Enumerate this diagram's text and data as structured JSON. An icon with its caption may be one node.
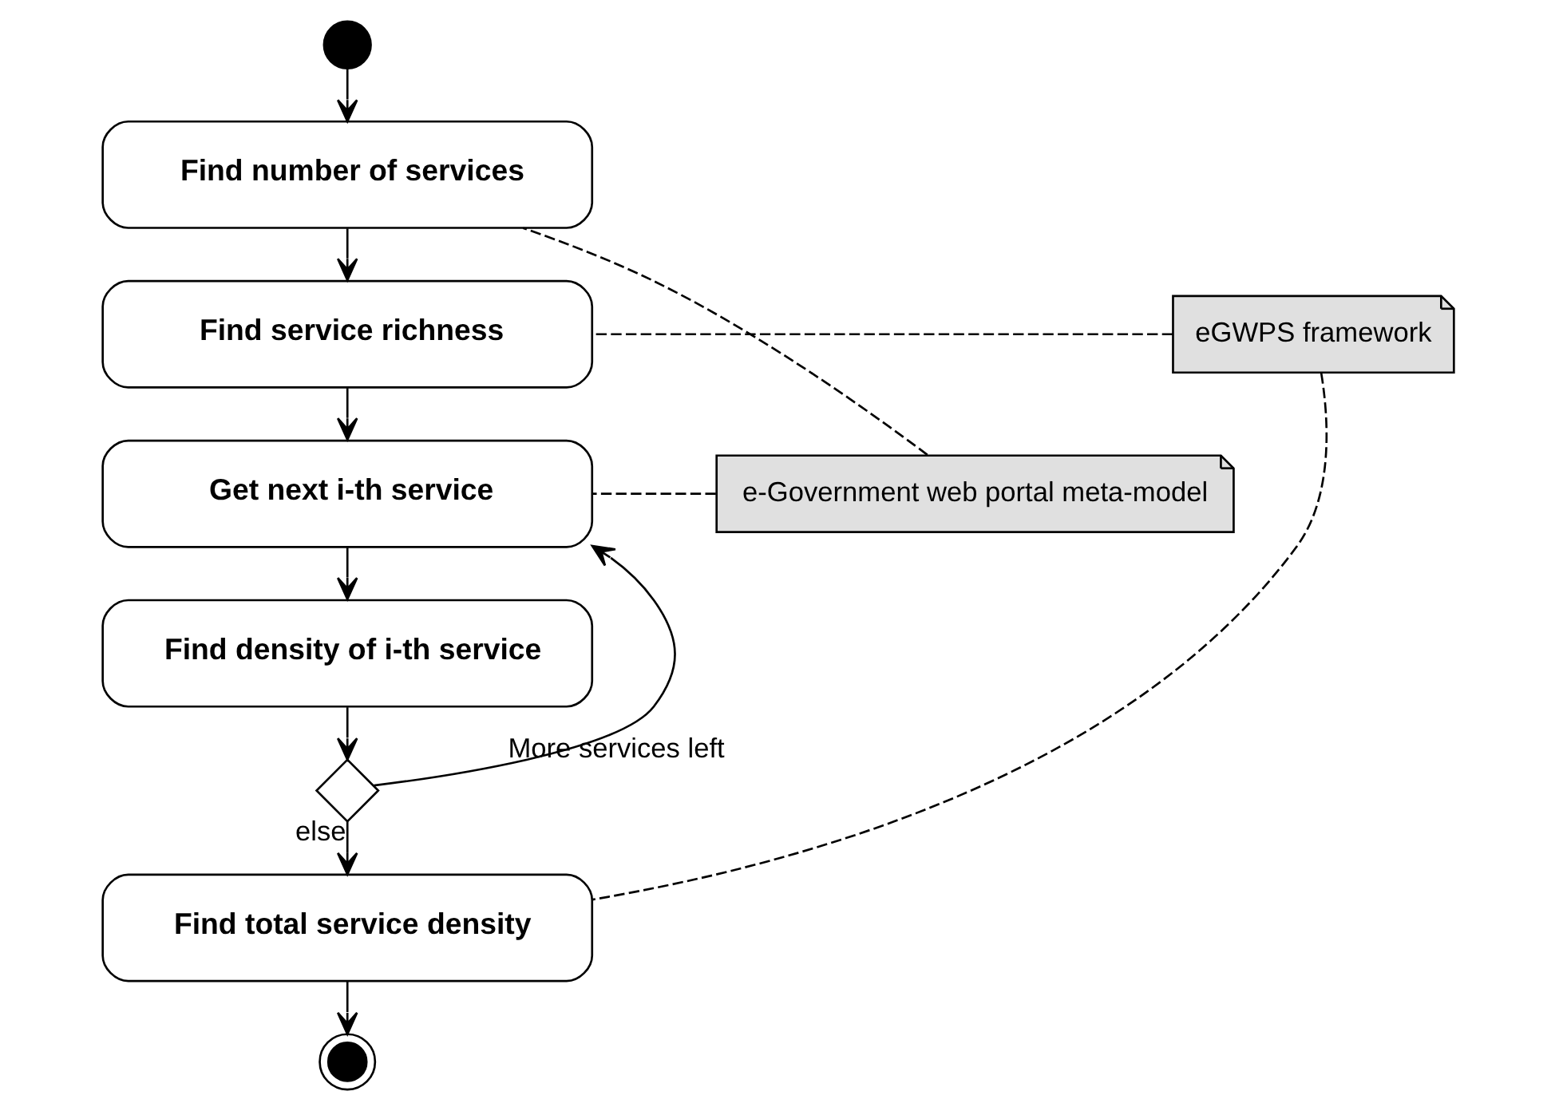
{
  "diagram": {
    "nodes": [
      {
        "text": [],
        "shape": "circle"
      },
      {
        "text": [
          "Find number of services"
        ]
      },
      {
        "text": [
          "Find service richness"
        ]
      },
      {
        "text": [
          "Get next i-th service"
        ]
      },
      {
        "text": [
          "Find density of i-th service"
        ]
      },
      {
        "text": [],
        "shape": "diamond"
      },
      {
        "text": [
          "Find total service density"
        ]
      },
      {
        "text": [],
        "shape": "circle"
      },
      {
        "text": [
          "eGWPS framework"
        ]
      },
      {
        "text": [
          "e-Government web portal meta-model"
        ]
      }
    ],
    "edges": [
      {
        "from": 0,
        "to": 1,
        "arrow": "to"
      },
      {
        "from": 1,
        "to": 2,
        "arrow": "to"
      },
      {
        "from": 2,
        "to": 3,
        "arrow": "to"
      },
      {
        "from": 3,
        "to": 4,
        "arrow": "to"
      },
      {
        "from": 4,
        "to": 5,
        "arrow": "to"
      },
      {
        "from": 5,
        "to": 3,
        "arrow": "to",
        "label": "More services left"
      },
      {
        "from": 5,
        "to": 6,
        "arrow": "to",
        "label": "else"
      },
      {
        "from": 6,
        "to": 7,
        "arrow": "to"
      },
      {
        "from": 8,
        "to": 2,
        "arrow": "none",
        "style": "dashed"
      },
      {
        "from": 8,
        "to": 6,
        "arrow": "none",
        "style": "dashed"
      },
      {
        "from": 9,
        "to": 1,
        "arrow": "none",
        "style": "dashed"
      },
      {
        "from": 9,
        "to": 3,
        "arrow": "none",
        "style": "dashed"
      }
    ]
  }
}
